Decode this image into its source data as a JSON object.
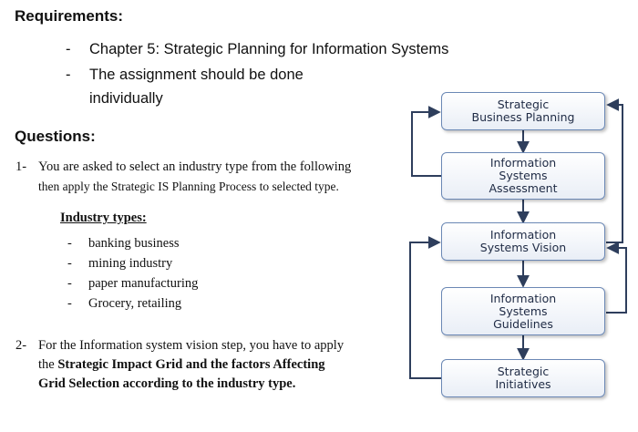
{
  "requirements": {
    "heading": "Requirements:",
    "items": [
      {
        "dash": "-",
        "text": "Chapter 5: Strategic Planning for Information Systems"
      },
      {
        "dash": "-",
        "text": "The assignment should be done",
        "text2": "individually"
      }
    ]
  },
  "questions": {
    "heading": "Questions:",
    "q1": {
      "number": "1-",
      "line1": "You are asked to select an industry type from the following",
      "line2": "then apply the Strategic IS Planning Process to selected type."
    },
    "industry_title": "Industry types:",
    "industries": [
      {
        "dash": "-",
        "text": "banking business"
      },
      {
        "dash": "-",
        "text": "mining industry"
      },
      {
        "dash": "-",
        "text": "paper manufacturing"
      },
      {
        "dash": "-",
        "text": "Grocery, retailing"
      }
    ],
    "q2": {
      "number": "2-",
      "line1": "For the Information system vision step, you have to apply",
      "line2_pre": "the ",
      "line2_bold": "Strategic Impact Grid and the factors Affecting",
      "line3_bold": "Grid Selection according to the industry type."
    }
  },
  "diagram": {
    "boxes": [
      "Strategic\nBusiness Planning",
      "Information\nSystems\nAssessment",
      "Information\nSystems Vision",
      "Information\nSystems\nGuidelines",
      "Strategic\nInitiatives"
    ],
    "colors": {
      "border": "#6b88b5",
      "arrow": "#2e3e5c"
    }
  }
}
